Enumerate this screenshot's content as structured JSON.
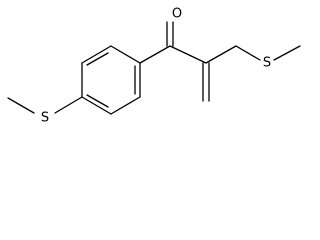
{
  "molecule": {
    "atom_labels": {
      "carbonyl_oxygen": "O",
      "aryl_sulfur": "S",
      "allyl_sulfur": "S"
    }
  }
}
